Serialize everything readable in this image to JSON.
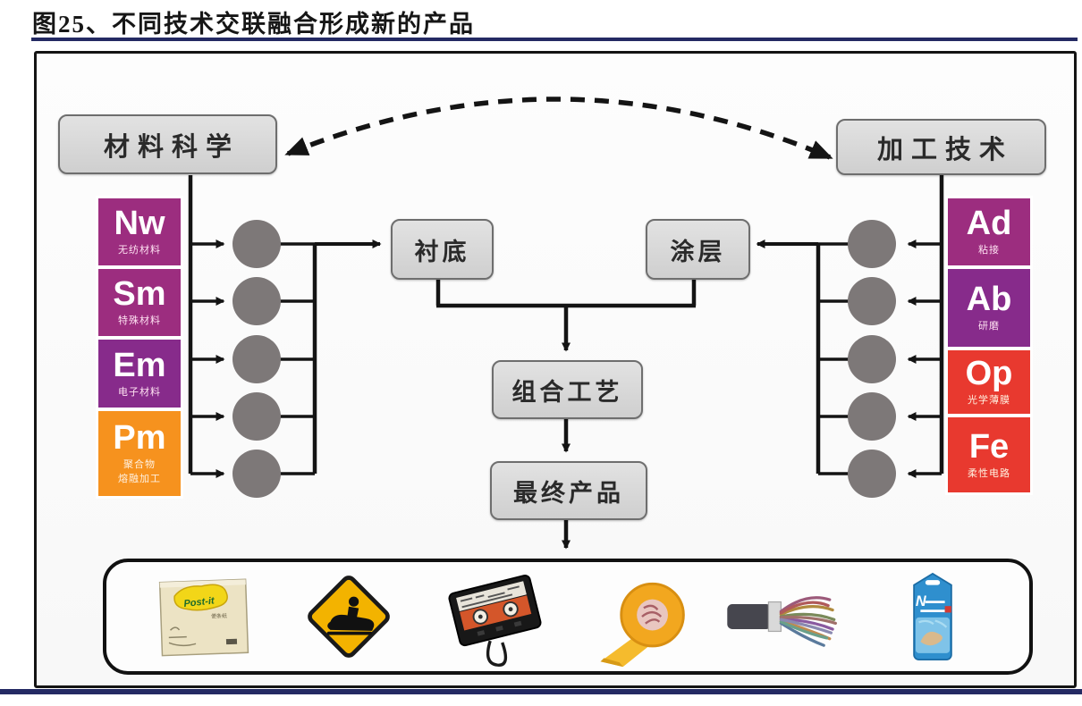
{
  "page": {
    "title": "图25、不同技术交联融合形成新的产品"
  },
  "colors": {
    "rule_navy": "#242a63",
    "tile_magenta": "#9c2d7f",
    "tile_purple": "#872b8b",
    "tile_orange": "#f6921e",
    "tile_red": "#e8392f",
    "node_gray": "#7d7878",
    "box_gray": "#d9d9d9",
    "line_black": "#141414"
  },
  "diagram": {
    "left_domain": "材料科学",
    "right_domain": "加工技术",
    "left_platforms": [
      {
        "symbol": "Nw",
        "name": "无纺材料",
        "color": "#9c2d7f"
      },
      {
        "symbol": "Sm",
        "name": "特殊材料",
        "color": "#9c2d7f"
      },
      {
        "symbol": "Em",
        "name": "电子材料",
        "color": "#872b8b"
      },
      {
        "symbol": "Pm",
        "name": "聚合物",
        "name2": "熔融加工",
        "color": "#f6921e"
      }
    ],
    "right_platforms": [
      {
        "symbol": "Ad",
        "name": "粘接",
        "color": "#9c2d7f"
      },
      {
        "symbol": "Ab",
        "name": "研磨",
        "color": "#872b8b"
      },
      {
        "symbol": "Op",
        "name": "光学薄膜",
        "color": "#e8392f"
      },
      {
        "symbol": "Fe",
        "name": "柔性电路",
        "color": "#e8392f"
      }
    ],
    "nodes": {
      "substrate": "衬底",
      "coating": "涂层",
      "combined_process": "组合工艺",
      "final_product": "最终产品"
    },
    "products": [
      {
        "icon": "post-it-notes-icon"
      },
      {
        "icon": "snowmobile-sign-icon"
      },
      {
        "icon": "cassette-tape-icon"
      },
      {
        "icon": "masking-tape-roll-icon"
      },
      {
        "icon": "multicore-cable-icon"
      },
      {
        "icon": "bandage-pack-icon"
      }
    ]
  }
}
